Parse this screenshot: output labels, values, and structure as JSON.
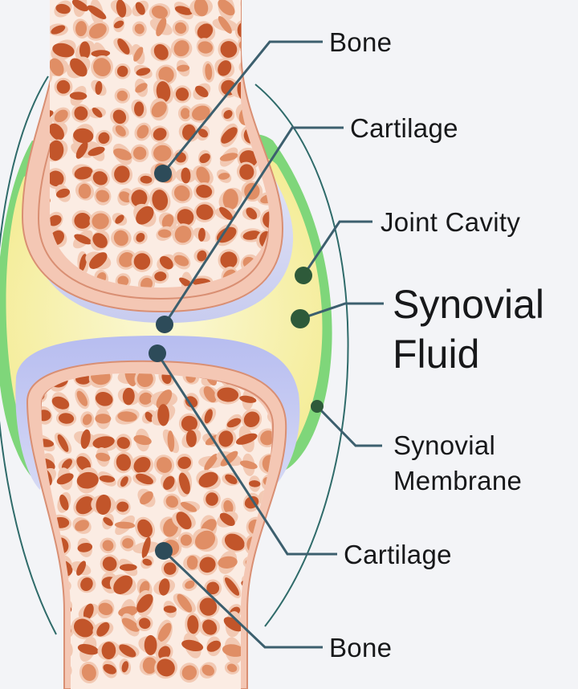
{
  "diagram": {
    "labels": {
      "bone_top": "Bone",
      "cartilage_top": "Cartilage",
      "joint_cavity": "Joint Cavity",
      "synovial_fluid_line1": "Synovial",
      "synovial_fluid_line2": "Fluid",
      "synovial_membrane_line1": "Synovial",
      "synovial_membrane_line2": "Membrane",
      "cartilage_bottom": "Cartilage",
      "bone_bottom": "Bone"
    },
    "colors": {
      "background": "#f3f4f7",
      "bone_outer": "#f4c7b4",
      "bone_edge": "#d98f73",
      "spongy_fill": "#fbece3",
      "marrow_spots": "#c2552a",
      "cartilage": "#c6c9ec",
      "synovial_fluid": "#f7f1a9",
      "synovial_membrane": "#7fd67a",
      "capsule_line": "#2f6b6a",
      "leader_line": "#3c5f6e",
      "marker_dark": "#2d4b59",
      "marker_green": "#2e5a3a"
    }
  }
}
